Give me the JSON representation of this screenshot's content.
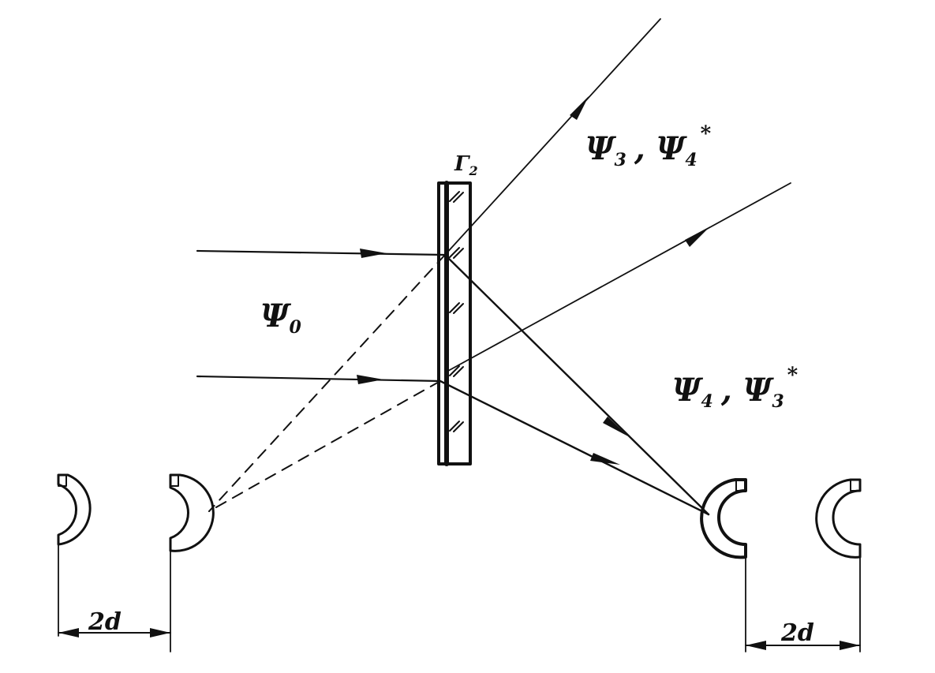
{
  "labels": {
    "plate": "Γ",
    "plate_sub": "2",
    "psi0": "Ψ",
    "psi0_sub": "0",
    "upper_pair_a": "Ψ",
    "upper_pair_a_sub": "3",
    "upper_sep": ",",
    "upper_pair_b": "Ψ",
    "upper_pair_b_sub": "4",
    "upper_pair_b_star": "*",
    "lower_pair_a": "Ψ",
    "lower_pair_a_sub": "4",
    "lower_sep": ",",
    "lower_pair_b": "Ψ",
    "lower_pair_b_sub": "3",
    "lower_pair_b_star": "*",
    "dim_left": "2d",
    "dim_right": "2d"
  },
  "colors": {
    "ink": "#111111",
    "paper": "#ffffff"
  }
}
